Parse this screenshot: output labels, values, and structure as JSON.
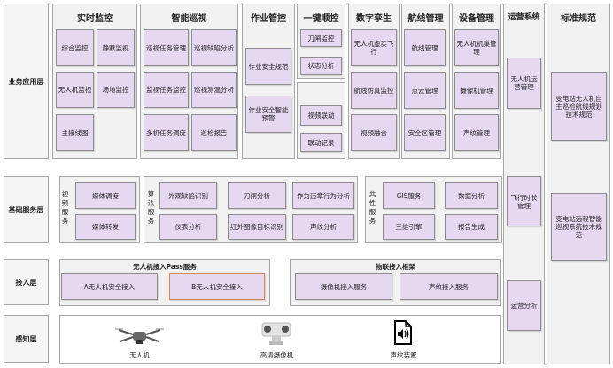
{
  "layers": {
    "business": "业务应用层",
    "base": "基础服务层",
    "access": "接入层",
    "perception": "感知层"
  },
  "groups": {
    "realtime": {
      "title": "实时监控",
      "items": [
        "综合监控",
        "静默监视",
        "无人机监视",
        "场地监控",
        "主接线图"
      ]
    },
    "patrol": {
      "title": "智能巡视",
      "items": [
        "巡视任务管理",
        "巡视缺陷分析",
        "监视任务监控",
        "巡视测温分析",
        "多机任务调度",
        "巡检报告"
      ]
    },
    "work": {
      "title": "作业管控",
      "items": [
        "作业安全规范",
        "作业安全智能预警"
      ]
    },
    "oneclick": {
      "title": "一键顺控",
      "items": [
        "刀闸监控",
        "状态分析"
      ]
    },
    "linkage": {
      "items": [
        "视频联动",
        "联动记录"
      ]
    },
    "twin": {
      "title": "数字孪生",
      "items": [
        "无人机虚实飞行",
        "航线仿真监控",
        "视频融合"
      ]
    },
    "route": {
      "title": "航线管理",
      "items": [
        "航线管理",
        "点云管理",
        "安全区管理"
      ]
    },
    "device": {
      "title": "设备管理",
      "items": [
        "无人机机巢管理",
        "摄像机管理",
        "声纹管理"
      ]
    },
    "ops": {
      "title": "运营系统",
      "items": [
        "无人机运营管理",
        "飞行时长管理",
        "运营分析"
      ]
    },
    "std": {
      "title": "标准规范",
      "items": [
        "变电站无人机自主巡检航线规划技术规范",
        "变电站远程智能巡视系统技术规范"
      ]
    }
  },
  "base": {
    "video": {
      "title": "视频服务",
      "items": [
        "媒体调度",
        "媒体转发"
      ]
    },
    "algo": {
      "title": "算法服务",
      "items": [
        "外观缺陷识别",
        "刀闸分析",
        "作为违章行为分析",
        "仪表分析",
        "红外图像目标识别",
        "声纹分析"
      ]
    },
    "common": {
      "title": "共性服务",
      "items": [
        "GIS服务",
        "数据分析",
        "三维引擎",
        "报告生成"
      ]
    }
  },
  "access": {
    "uav": {
      "title": "无人机接入Pass服务",
      "items": [
        "A无人机安全接入",
        "B无人机安全接入"
      ]
    },
    "iot": {
      "title": "物联接入框架",
      "items": [
        "摄像机接入服务",
        "声纹接入服务"
      ]
    }
  },
  "perception": {
    "items": [
      {
        "label": "无人机",
        "icon": "drone-icon"
      },
      {
        "label": "高清摄像机",
        "icon": "camera-icon"
      },
      {
        "label": "声纹装置",
        "icon": "audio-file-icon"
      }
    ]
  },
  "colors": {
    "box": "#e7d8f2",
    "group": "#f2f2f2",
    "border": "#a6a6a6",
    "highlight": "#d08a50"
  }
}
